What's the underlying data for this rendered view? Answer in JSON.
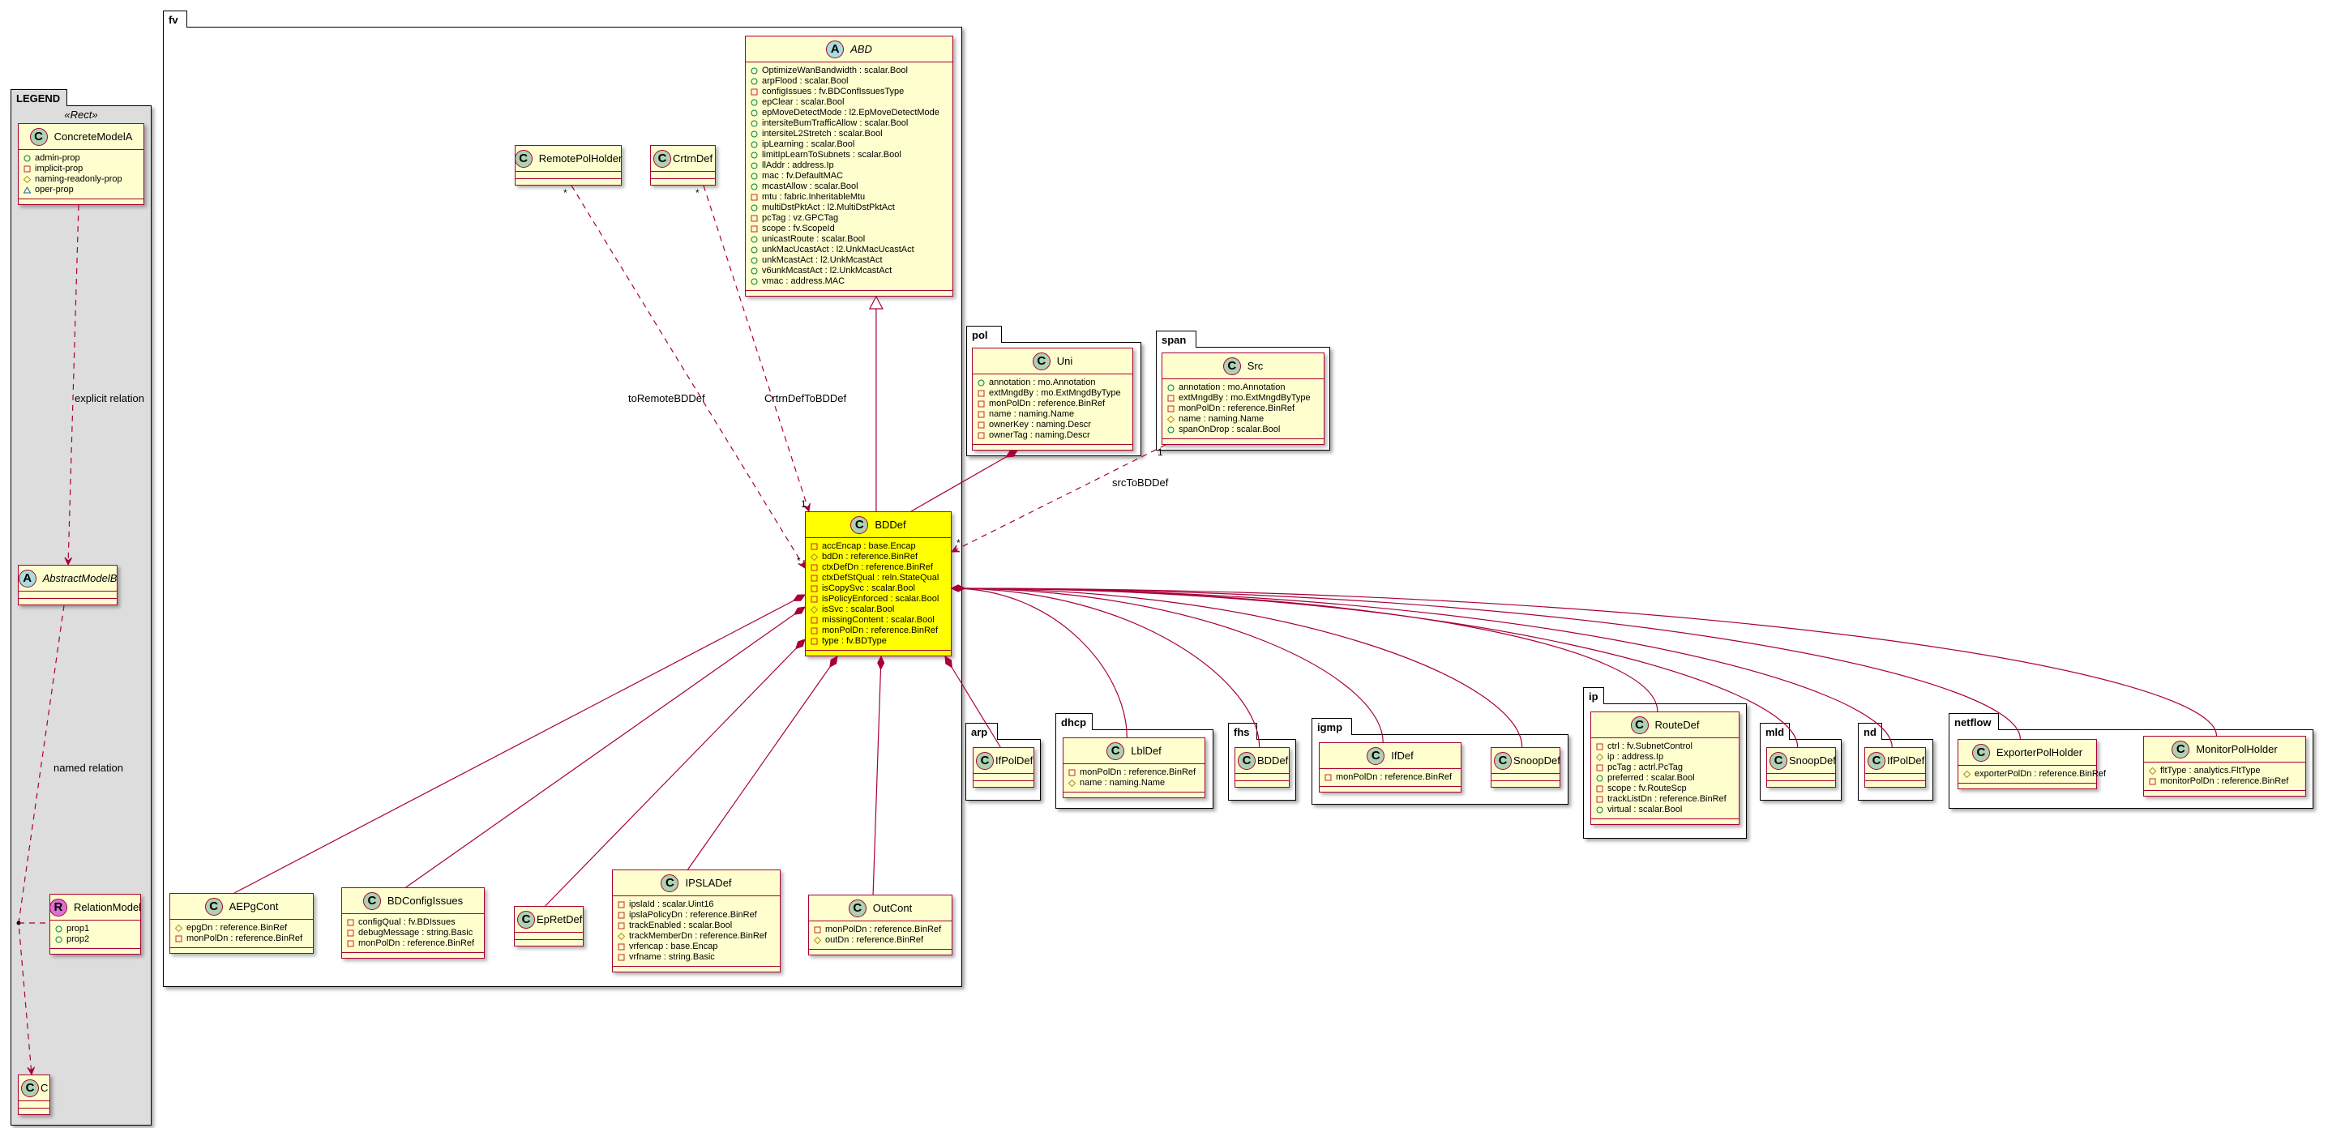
{
  "colors": {
    "class_fill": "#FEFECE",
    "class_border": "#A80036",
    "highlight": "#FFFF00",
    "legend_bg": "#DDDDDD",
    "spot_class": "#ADD1B2",
    "spot_abstract": "#A9DCDF",
    "spot_relation": "#DA70D6",
    "vis_public": "#038048",
    "vis_private": "#C82930",
    "vis_protected": "#B38D22",
    "vis_package": "#1963A0",
    "link": "#A80036"
  },
  "packages": [
    {
      "name": "LEGEND",
      "stereotype": "«Rect»",
      "classes": [
        {
          "name": "ConcreteModelA",
          "kind": "C",
          "attrs": [
            [
              "+",
              "admin-prop"
            ],
            [
              "-",
              "implicit-prop"
            ],
            [
              "#",
              "naming-readonly-prop"
            ],
            [
              "~",
              "oper-prop"
            ]
          ]
        },
        {
          "name": "AbstractModelB",
          "kind": "A",
          "attrs": []
        },
        {
          "name": "RelationModel",
          "kind": "R",
          "attrs": [
            [
              "+",
              "prop1"
            ],
            [
              "+",
              "prop2"
            ]
          ]
        },
        {
          "name": "C",
          "kind": "C",
          "attrs": []
        }
      ]
    },
    {
      "name": "fv",
      "classes": [
        {
          "name": "ABD",
          "kind": "A",
          "attrs": [
            [
              "+",
              "OptimizeWanBandwidth : scalar.Bool"
            ],
            [
              "+",
              "arpFlood : scalar.Bool"
            ],
            [
              "-",
              "configIssues : fv.BDConfIssuesType"
            ],
            [
              "+",
              "epClear : scalar.Bool"
            ],
            [
              "+",
              "epMoveDetectMode : l2.EpMoveDetectMode"
            ],
            [
              "+",
              "intersiteBumTrafficAllow : scalar.Bool"
            ],
            [
              "+",
              "intersiteL2Stretch : scalar.Bool"
            ],
            [
              "+",
              "ipLearning : scalar.Bool"
            ],
            [
              "+",
              "limitIpLearnToSubnets : scalar.Bool"
            ],
            [
              "+",
              "llAddr : address.Ip"
            ],
            [
              "+",
              "mac : fv.DefaultMAC"
            ],
            [
              "+",
              "mcastAllow : scalar.Bool"
            ],
            [
              "-",
              "mtu : fabric.InheritableMtu"
            ],
            [
              "+",
              "multiDstPktAct : l2.MultiDstPktAct"
            ],
            [
              "-",
              "pcTag : vz.GPCTag"
            ],
            [
              "-",
              "scope : fv.ScopeId"
            ],
            [
              "+",
              "unicastRoute : scalar.Bool"
            ],
            [
              "+",
              "unkMacUcastAct : l2.UnkMacUcastAct"
            ],
            [
              "+",
              "unkMcastAct : l2.UnkMcastAct"
            ],
            [
              "+",
              "v6unkMcastAct : l2.UnkMcastAct"
            ],
            [
              "+",
              "vmac : address.MAC"
            ]
          ]
        },
        {
          "name": "RemotePolHolder",
          "kind": "C",
          "attrs": []
        },
        {
          "name": "CrtrnDef",
          "kind": "C",
          "attrs": []
        },
        {
          "name": "BDDef",
          "kind": "C",
          "highlight": true,
          "attrs": [
            [
              "-",
              "accEncap : base.Encap"
            ],
            [
              "#",
              "bdDn : reference.BinRef"
            ],
            [
              "-",
              "ctxDefDn : reference.BinRef"
            ],
            [
              "-",
              "ctxDefStQual : reln.StateQual"
            ],
            [
              "-",
              "isCopySvc : scalar.Bool"
            ],
            [
              "-",
              "isPolicyEnforced : scalar.Bool"
            ],
            [
              "#",
              "isSvc : scalar.Bool"
            ],
            [
              "-",
              "missingContent : scalar.Bool"
            ],
            [
              "-",
              "monPolDn : reference.BinRef"
            ],
            [
              "-",
              "type : fv.BDType"
            ]
          ]
        },
        {
          "name": "AEPgCont",
          "kind": "C",
          "attrs": [
            [
              "#",
              "epgDn : reference.BinRef"
            ],
            [
              "-",
              "monPolDn : reference.BinRef"
            ]
          ]
        },
        {
          "name": "BDConfigIssues",
          "kind": "C",
          "attrs": [
            [
              "-",
              "configQual : fv.BDIssues"
            ],
            [
              "-",
              "debugMessage : string.Basic"
            ],
            [
              "-",
              "monPolDn : reference.BinRef"
            ]
          ]
        },
        {
          "name": "EpRetDef",
          "kind": "C",
          "attrs": []
        },
        {
          "name": "IPSLADef",
          "kind": "C",
          "attrs": [
            [
              "-",
              "ipslaId : scalar.Uint16"
            ],
            [
              "-",
              "ipslaPolicyDn : reference.BinRef"
            ],
            [
              "-",
              "trackEnabled : scalar.Bool"
            ],
            [
              "#",
              "trackMemberDn : reference.BinRef"
            ],
            [
              "-",
              "vrfencap : base.Encap"
            ],
            [
              "-",
              "vrfname : string.Basic"
            ]
          ]
        },
        {
          "name": "OutCont",
          "kind": "C",
          "attrs": [
            [
              "-",
              "monPolDn : reference.BinRef"
            ],
            [
              "#",
              "outDn : reference.BinRef"
            ]
          ]
        }
      ]
    },
    {
      "name": "pol",
      "classes": [
        {
          "name": "Uni",
          "kind": "C",
          "attrs": [
            [
              "+",
              "annotation : mo.Annotation"
            ],
            [
              "-",
              "extMngdBy : mo.ExtMngdByType"
            ],
            [
              "-",
              "monPolDn : reference.BinRef"
            ],
            [
              "-",
              "name : naming.Name"
            ],
            [
              "-",
              "ownerKey : naming.Descr"
            ],
            [
              "-",
              "ownerTag : naming.Descr"
            ]
          ]
        }
      ]
    },
    {
      "name": "span",
      "classes": [
        {
          "name": "Src",
          "kind": "C",
          "attrs": [
            [
              "+",
              "annotation : mo.Annotation"
            ],
            [
              "-",
              "extMngdBy : mo.ExtMngdByType"
            ],
            [
              "-",
              "monPolDn : reference.BinRef"
            ],
            [
              "#",
              "name : naming.Name"
            ],
            [
              "+",
              "spanOnDrop : scalar.Bool"
            ]
          ]
        }
      ]
    },
    {
      "name": "arp",
      "classes": [
        {
          "name": "IfPolDef",
          "kind": "C",
          "attrs": []
        }
      ]
    },
    {
      "name": "dhcp",
      "classes": [
        {
          "name": "LblDef",
          "kind": "C",
          "attrs": [
            [
              "-",
              "monPolDn : reference.BinRef"
            ],
            [
              "#",
              "name : naming.Name"
            ]
          ]
        }
      ]
    },
    {
      "name": "fhs",
      "classes": [
        {
          "name": "BDDef",
          "kind": "C",
          "attrs": []
        }
      ]
    },
    {
      "name": "igmp",
      "classes": [
        {
          "name": "IfDef",
          "kind": "C",
          "attrs": [
            [
              "-",
              "monPolDn : reference.BinRef"
            ]
          ]
        },
        {
          "name": "SnoopDef",
          "kind": "C",
          "attrs": []
        }
      ]
    },
    {
      "name": "ip",
      "classes": [
        {
          "name": "RouteDef",
          "kind": "C",
          "attrs": [
            [
              "-",
              "ctrl : fv.SubnetControl"
            ],
            [
              "#",
              "ip : address.Ip"
            ],
            [
              "-",
              "pcTag : actrl.PcTag"
            ],
            [
              "+",
              "preferred : scalar.Bool"
            ],
            [
              "-",
              "scope : fv.RouteScp"
            ],
            [
              "-",
              "trackListDn : reference.BinRef"
            ],
            [
              "+",
              "virtual : scalar.Bool"
            ]
          ]
        }
      ]
    },
    {
      "name": "mld",
      "classes": [
        {
          "name": "SnoopDef",
          "kind": "C",
          "attrs": []
        }
      ]
    },
    {
      "name": "nd",
      "classes": [
        {
          "name": "IfPolDef",
          "kind": "C",
          "attrs": []
        }
      ]
    },
    {
      "name": "netflow",
      "classes": [
        {
          "name": "ExporterPolHolder",
          "kind": "C",
          "attrs": [
            [
              "#",
              "exporterPolDn : reference.BinRef"
            ]
          ]
        },
        {
          "name": "MonitorPolHolder",
          "kind": "C",
          "attrs": [
            [
              "#",
              "fltType : analytics.FltType"
            ],
            [
              "-",
              "monitorPolDn : reference.BinRef"
            ]
          ]
        }
      ]
    }
  ],
  "relations": [
    {
      "from": "LEGEND/ConcreteModelA",
      "to": "LEGEND/AbstractModelB",
      "type": "dependency",
      "label": "explicit relation"
    },
    {
      "from": "LEGEND/AbstractModelB",
      "to": "LEGEND/C",
      "type": "dependency",
      "label": "named relation",
      "assoc_class": "LEGEND/RelationModel"
    },
    {
      "from": "fv/RemotePolHolder",
      "to": "fv/BDDef",
      "type": "dependency",
      "label": "toRemoteBDDef",
      "from_mult": "*",
      "to_mult": "*"
    },
    {
      "from": "fv/CrtrnDef",
      "to": "fv/BDDef",
      "type": "dependency",
      "label": "CrtrnDefToBDDef",
      "from_mult": "*",
      "to_mult": "1"
    },
    {
      "from": "span/Src",
      "to": "fv/BDDef",
      "type": "dependency",
      "label": "srcToBDDef",
      "from_mult": "1",
      "to_mult": "*"
    },
    {
      "from": "fv/ABD",
      "to": "fv/BDDef",
      "type": "inheritance"
    },
    {
      "from": "pol/Uni",
      "to": "fv/BDDef",
      "type": "composition"
    },
    {
      "from": "fv/BDDef",
      "to": "fv/AEPgCont",
      "type": "composition"
    },
    {
      "from": "fv/BDDef",
      "to": "fv/BDConfigIssues",
      "type": "composition"
    },
    {
      "from": "fv/BDDef",
      "to": "fv/EpRetDef",
      "type": "composition"
    },
    {
      "from": "fv/BDDef",
      "to": "fv/IPSLADef",
      "type": "composition"
    },
    {
      "from": "fv/BDDef",
      "to": "fv/OutCont",
      "type": "composition"
    },
    {
      "from": "fv/BDDef",
      "to": "arp/IfPolDef",
      "type": "composition"
    },
    {
      "from": "fv/BDDef",
      "to": "dhcp/LblDef",
      "type": "composition"
    },
    {
      "from": "fv/BDDef",
      "to": "fhs/BDDef",
      "type": "composition"
    },
    {
      "from": "fv/BDDef",
      "to": "igmp/IfDef",
      "type": "composition"
    },
    {
      "from": "fv/BDDef",
      "to": "igmp/SnoopDef",
      "type": "composition"
    },
    {
      "from": "fv/BDDef",
      "to": "ip/RouteDef",
      "type": "composition"
    },
    {
      "from": "fv/BDDef",
      "to": "mld/SnoopDef",
      "type": "composition"
    },
    {
      "from": "fv/BDDef",
      "to": "nd/IfPolDef",
      "type": "composition"
    },
    {
      "from": "fv/BDDef",
      "to": "netflow/ExporterPolHolder",
      "type": "composition"
    },
    {
      "from": "fv/BDDef",
      "to": "netflow/MonitorPolHolder",
      "type": "composition"
    }
  ]
}
